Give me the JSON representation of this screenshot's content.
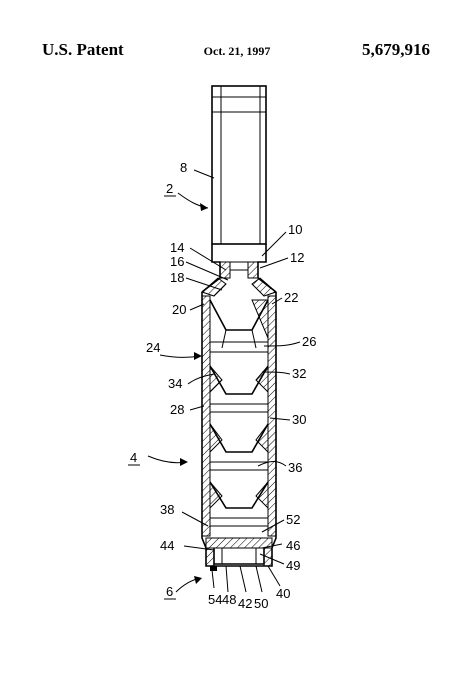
{
  "header": {
    "left": "U.S. Patent",
    "center": "Oct. 21, 1997",
    "right": "5,679,916"
  },
  "reference_numerals": {
    "r2": "2",
    "r8": "8",
    "r10": "10",
    "r12": "12",
    "r14": "14",
    "r16": "16",
    "r18": "18",
    "r20": "20",
    "r22": "22",
    "r24": "24",
    "r26": "26",
    "r28": "28",
    "r30": "30",
    "r32": "32",
    "r34": "34",
    "r36": "36",
    "r4": "4",
    "r38": "38",
    "r44": "44",
    "r52": "52",
    "r46": "46",
    "r49": "49",
    "r6": "6",
    "r54": "54",
    "r48": "48",
    "r42": "42",
    "r50": "50",
    "r40": "40"
  }
}
